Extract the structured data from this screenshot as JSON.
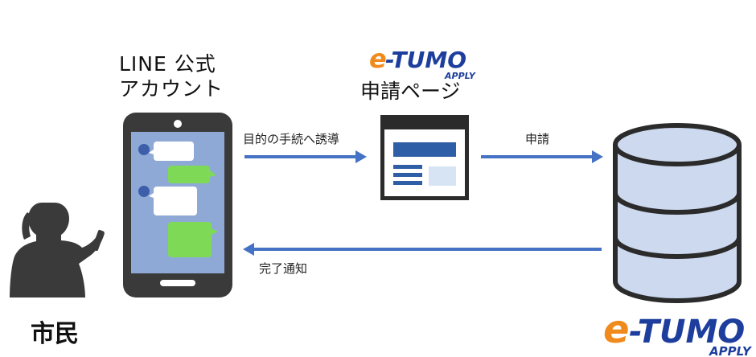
{
  "labels": {
    "line_account_line1": "LINE 公式",
    "line_account_line2": "アカウント",
    "apply_page": "申請ページ",
    "citizen": "市民",
    "guide_arrow": "目的の手続へ誘導",
    "apply_arrow": "申請",
    "done_arrow": "完了通知"
  },
  "logos": {
    "e": "e",
    "tumo": "-TUMO",
    "apply": "APPLY"
  },
  "colors": {
    "arrow": "#4472c4",
    "phone_body": "#3a3a3a",
    "phone_screen": "#8fa9d6",
    "bubble_green": "#7ed957",
    "dot_blue": "#3d5faa",
    "db_fill": "#ccd9ee",
    "db_stroke": "#2b2b2b",
    "logo_orange": "#f08a1c",
    "logo_blue": "#1d3e9c"
  }
}
